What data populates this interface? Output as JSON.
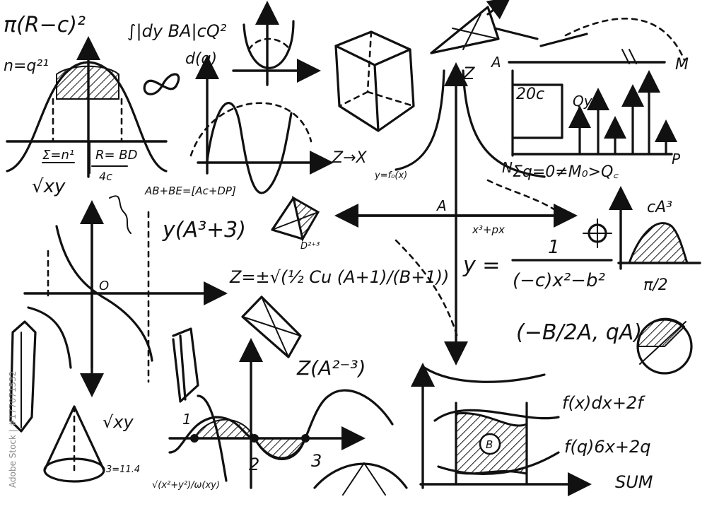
{
  "labels": {
    "pi_expr": "π(R−c)²",
    "n_expr": "n=q²¹",
    "integral": "∫|dy BA|cQ²",
    "dq": "d(q)",
    "sum_n": "Σ=n¹",
    "r_bd": "R= BD",
    "frac_4c": "4c",
    "root_xy": "√xy",
    "ab_be": "AB+BE=[Ac+DP]",
    "y_a3": "y(A³+3)",
    "d243": "D²⁺³",
    "z_arrow": "Z→X",
    "y_fx": "y=f₀(x)",
    "z_label": "Z",
    "a_label": "A",
    "m_label": "M",
    "c20": "20c",
    "qy": "Qy",
    "n_label": "N",
    "p_label": "P",
    "sum_q": "Σq=0≠M₀>Q꜀",
    "x3px": "x³+px",
    "y_eq": "y =",
    "one": "1",
    "denominator": "(−c)x²−b²",
    "ca3": "cA³",
    "pi_2": "π/2",
    "z_root": "Z=±√(½ Cu (A+1)/(B+1))",
    "b_2a": "(−B/2A, qA)",
    "z_a2": "Z(A²⁻³)",
    "fx": "f(x)dx+2f",
    "fq": "f(q)6x+2q",
    "sum": "SUM",
    "area_b": "B",
    "frac_xy": "√(x²+y²)/ω(xy)",
    "cone_val": "3=11.4",
    "num_1": "1",
    "num_2": "2",
    "num_3": "3",
    "origin_o": "O",
    "stock": "Adobe Stock | #177071532",
    "watermark": "Adobe Stock"
  },
  "colors": {
    "ink": "#111111",
    "paper": "#ffffff",
    "watermark": "#888888"
  }
}
